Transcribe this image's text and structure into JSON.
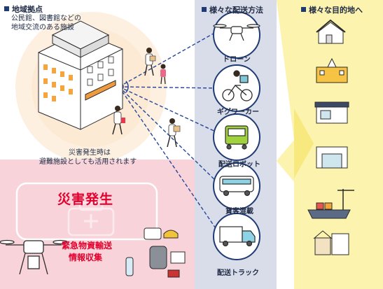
{
  "hub": {
    "title": "地域拠点",
    "desc_line1": "公民館、図書館などの",
    "desc_line2": "地域交流のある施設"
  },
  "shelter": {
    "line1": "災害発生時は",
    "line2": "避難施設としても活用されます"
  },
  "disaster": {
    "title": "災害発生",
    "task1": "緊急物資輸送",
    "task2": "情報収集"
  },
  "methods": {
    "header": "様々な配送方法",
    "items": [
      "ドローン",
      "ギグワーカー",
      "配送ロボット",
      "貨客混載",
      "配送トラック"
    ]
  },
  "destinations": {
    "header": "様々な目的地へ"
  },
  "colors": {
    "method_column": "#d6dbe8",
    "destination_column": "#fbf4b2",
    "disaster_area": "#f7c9d3",
    "hub_glow": "#fde9d2",
    "accent_red": "#e3002d",
    "line_blue": "#25479a"
  }
}
